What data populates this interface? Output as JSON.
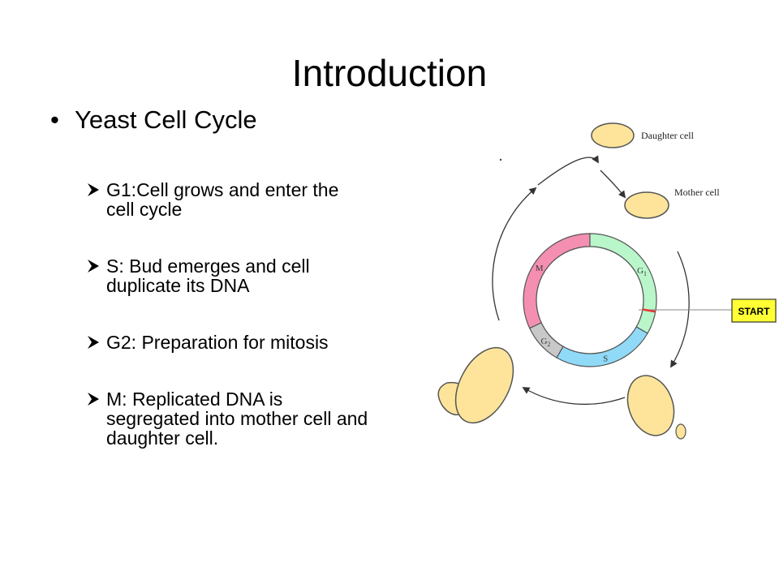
{
  "slide": {
    "title": "Introduction",
    "bullet": "Yeast Cell Cycle",
    "items": [
      {
        "lines": [
          "G1:Cell grows and enter the",
          "cell cycle"
        ]
      },
      {
        "lines": [
          "S: Bud emerges and cell",
          "duplicate its DNA"
        ]
      },
      {
        "lines": [
          "G2: Preparation for mitosis"
        ]
      },
      {
        "lines": [
          "M: Replicated DNA is",
          "segregated into mother cell and",
          "daughter cell."
        ]
      }
    ]
  },
  "diagram": {
    "labels": {
      "daughter": "Daughter cell",
      "mother": "Mother cell",
      "start": "START"
    },
    "phases": [
      {
        "label": "M",
        "sub": "",
        "color": "#f48fb1"
      },
      {
        "label": "G",
        "sub": "1",
        "color": "#b9f6ca"
      },
      {
        "label": "S",
        "sub": "",
        "color": "#90daf8"
      },
      {
        "label": "G",
        "sub": "2",
        "color": "#c8c8c8"
      }
    ],
    "colors": {
      "cell_fill": "#fde49a",
      "cell_stroke": "#555555",
      "start_box": "#ffff33",
      "start_marker": "#e53935"
    }
  }
}
